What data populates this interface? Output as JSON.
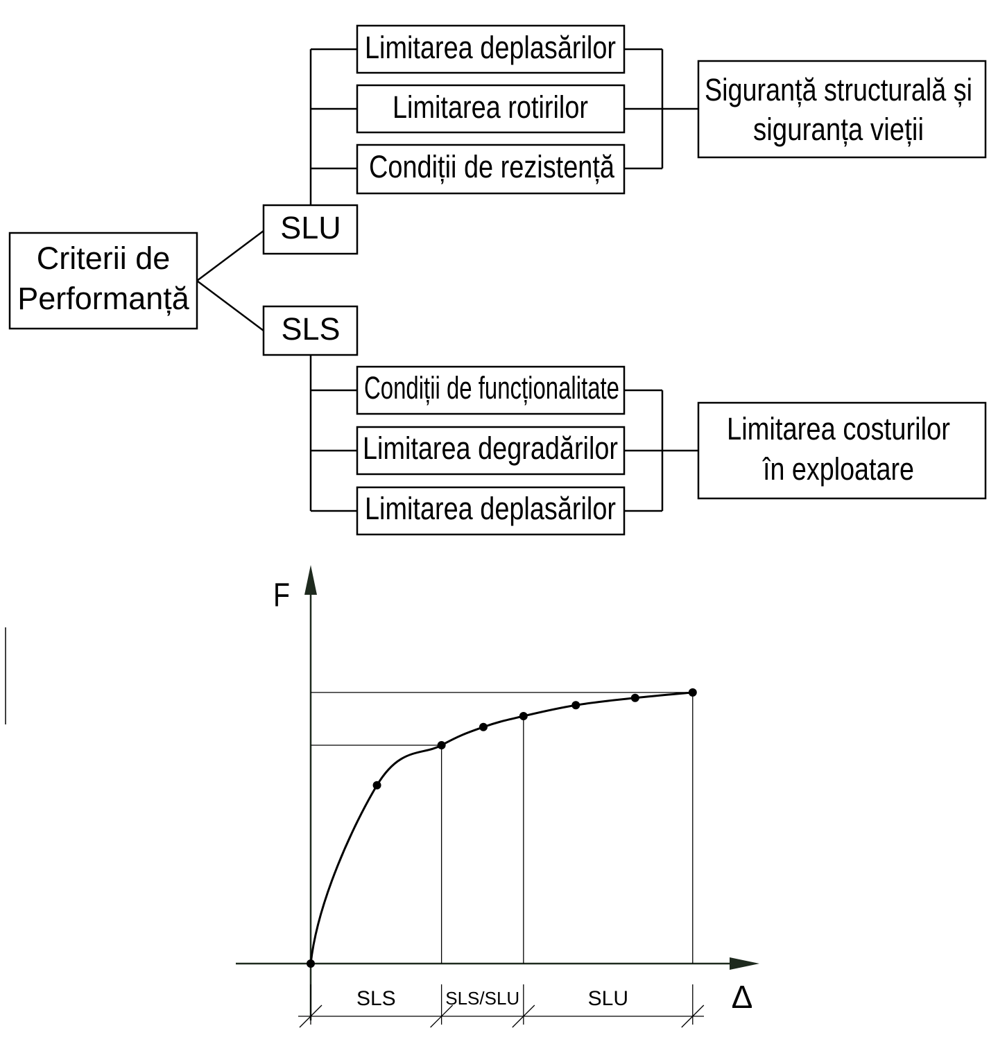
{
  "tree": {
    "root": "Criterii de\nPerformanță",
    "slu": "SLU",
    "sls": "SLS",
    "slu_items": [
      "Limitarea deplasărilor",
      "Limitarea rotirilor",
      "Condiții de rezistență"
    ],
    "sls_items": [
      "Condiții de funcționalitate",
      "Limitarea degradărilor",
      "Limitarea deplasărilor"
    ],
    "slu_result": "Siguranță structurală și\nsiguranța vieții",
    "sls_result": "Limitarea costurilor\nîn exploatare"
  },
  "chart_data": {
    "type": "line",
    "title": "",
    "xlabel": "Δ",
    "ylabel": "F",
    "x": [
      0,
      1.9,
      3.75,
      4.95,
      6.1,
      7.6,
      9.3,
      10.95
    ],
    "y": [
      0,
      4.9,
      6.0,
      6.5,
      6.8,
      7.1,
      7.3,
      7.45
    ],
    "xlim": [
      0,
      12
    ],
    "ylim": [
      0,
      10
    ],
    "limits": [
      {
        "x": 3.75,
        "y": 6.0
      },
      {
        "x": 6.1,
        "y": 6.8
      },
      {
        "x": 10.95,
        "y": 7.45
      }
    ],
    "zones": [
      {
        "label": "SLS",
        "from": 0,
        "to": 3.75
      },
      {
        "label": "SLS/SLU",
        "from": 3.75,
        "to": 6.1
      },
      {
        "label": "SLU",
        "from": 6.1,
        "to": 10.95
      }
    ]
  }
}
